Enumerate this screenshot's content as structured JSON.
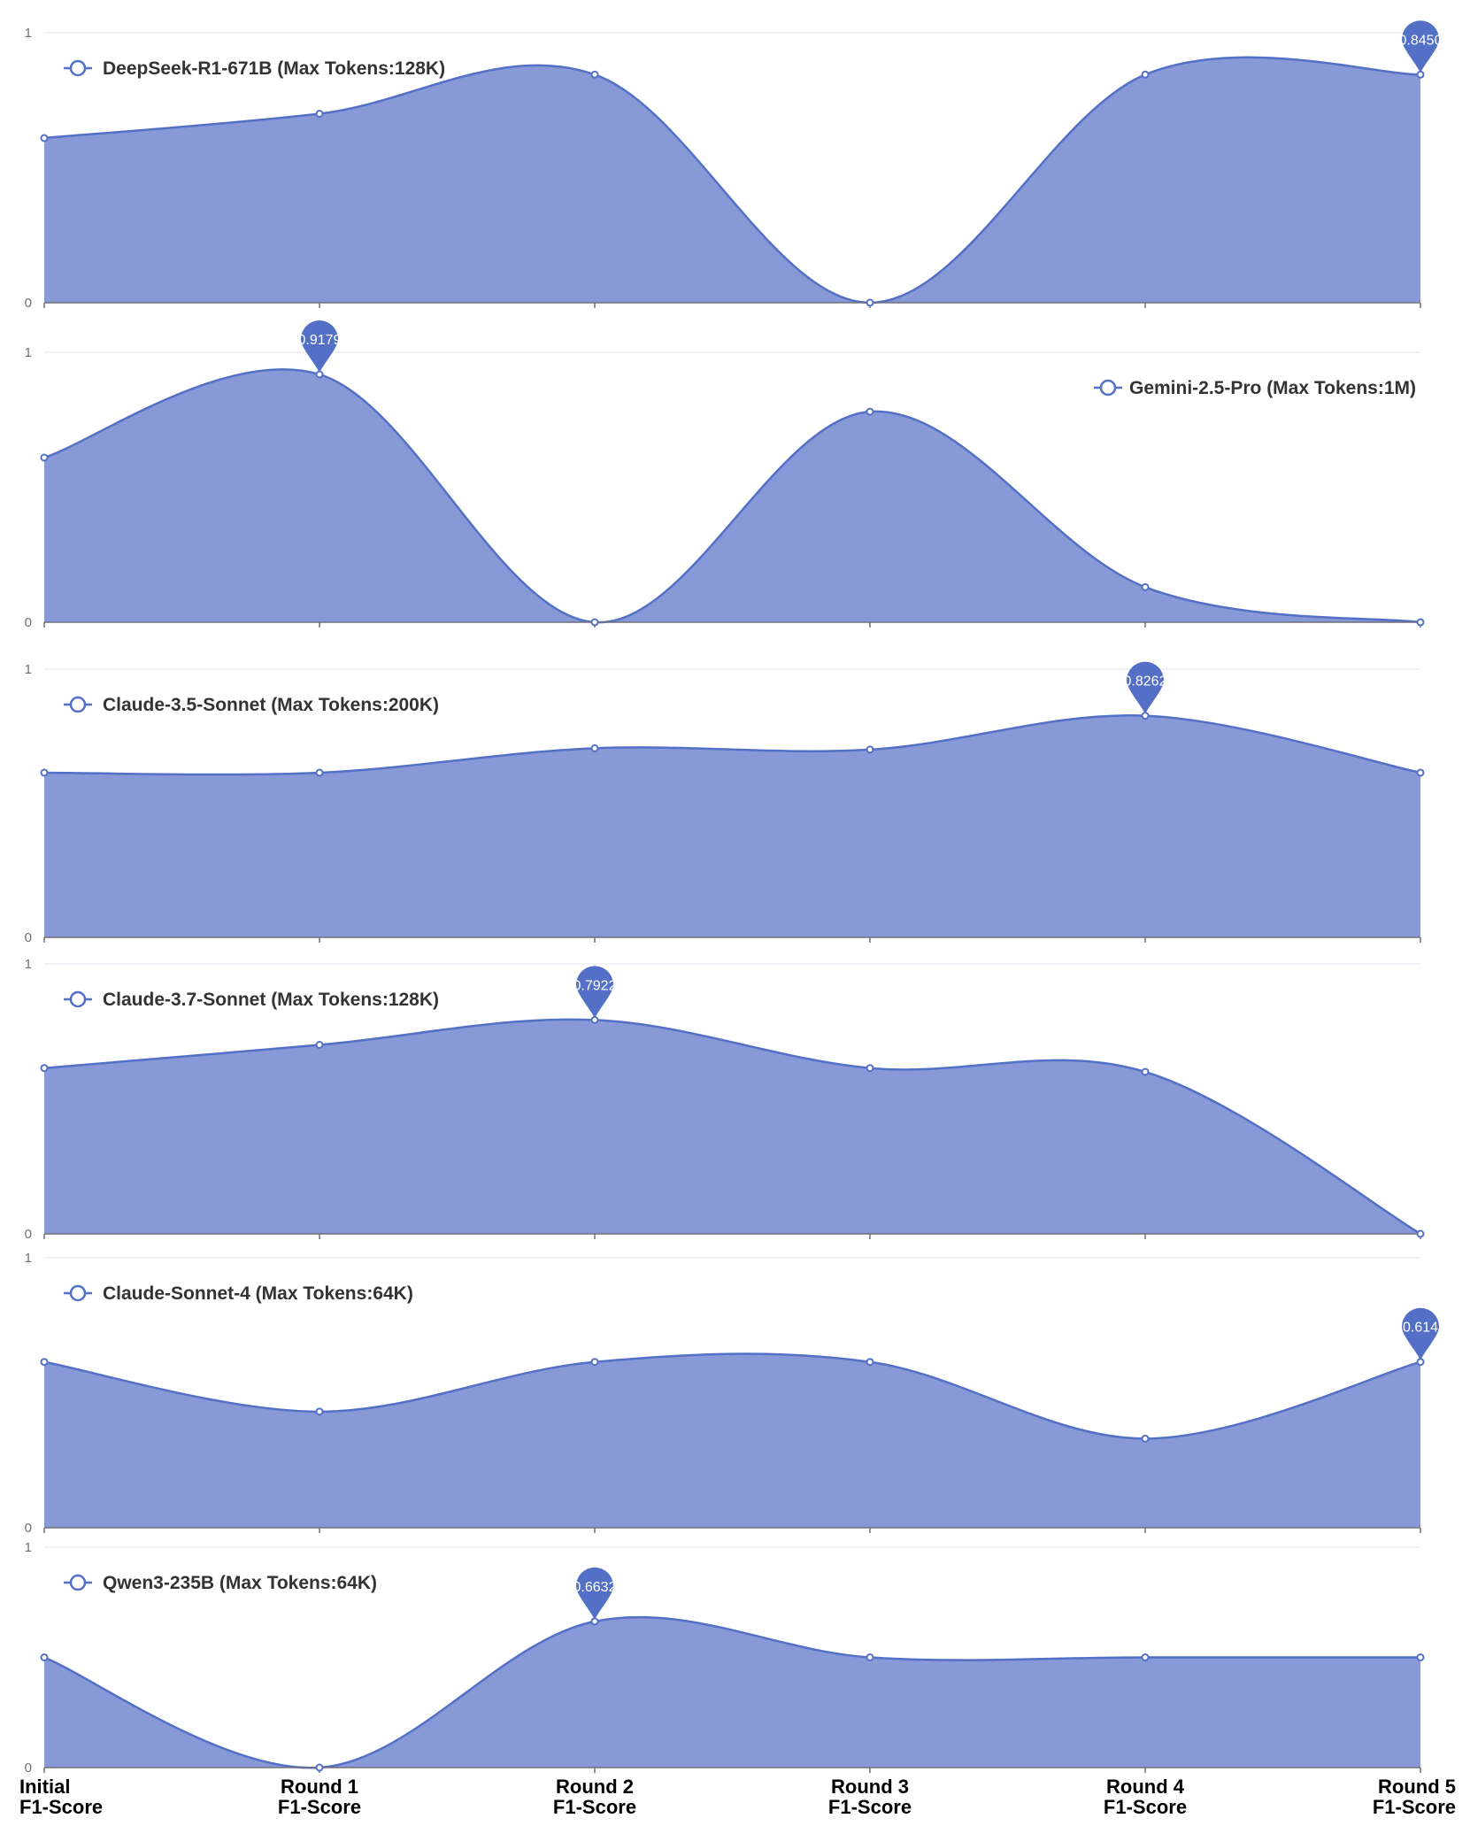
{
  "chart_data": {
    "type": "area",
    "categories": [
      [
        "Initial",
        "F1-Score"
      ],
      [
        "Round 1",
        "F1-Score"
      ],
      [
        "Round 2",
        "F1-Score"
      ],
      [
        "Round 3",
        "F1-Score"
      ],
      [
        "Round 4",
        "F1-Score"
      ],
      [
        "Round 5",
        "F1-Score"
      ]
    ],
    "ylim": [
      0,
      1
    ],
    "yticks": [
      "0",
      "1"
    ],
    "smooth": true,
    "grid": true,
    "colors": {
      "line": "#5470c6",
      "area": "#8799d7",
      "axis": "#6e7079",
      "gridline": "#e0e6f1",
      "pin": "#5470c6"
    },
    "panels": [
      {
        "name": "DeepSeek-R1-671B (Max Tokens:128K)",
        "legend_position": "top-left",
        "values": [
          0.61,
          0.7,
          0.845,
          0.0,
          0.845,
          0.845
        ],
        "max_label": "0.8450",
        "max_index": 5
      },
      {
        "name": "Gemini-2.5-Pro (Max Tokens:1M)",
        "legend_position": "top-right",
        "values": [
          0.61,
          0.9179,
          0.0,
          0.78,
          0.13,
          0.0
        ],
        "max_label": "0.9179",
        "max_index": 1
      },
      {
        "name": "Claude-3.5-Sonnet (Max Tokens:200K)",
        "legend_position": "top-left",
        "values": [
          0.614,
          0.614,
          0.705,
          0.7,
          0.8262,
          0.614
        ],
        "max_label": "0.8262",
        "max_index": 4
      },
      {
        "name": "Claude-3.7-Sonnet (Max Tokens:128K)",
        "legend_position": "top-left",
        "values": [
          0.614,
          0.7,
          0.7922,
          0.614,
          0.6,
          0.0
        ],
        "max_label": "0.7922",
        "max_index": 2
      },
      {
        "name": "Claude-Sonnet-4 (Max Tokens:64K)",
        "legend_position": "top-left",
        "values": [
          0.614,
          0.43,
          0.614,
          0.614,
          0.33,
          0.614
        ],
        "max_label": "0.614",
        "max_index": 5
      },
      {
        "name": "Qwen3-235B (Max Tokens:64K)",
        "legend_position": "top-left",
        "values": [
          0.5,
          0.0,
          0.6632,
          0.5,
          0.5,
          0.5
        ],
        "max_label": "0.6632",
        "max_index": 2
      }
    ]
  }
}
